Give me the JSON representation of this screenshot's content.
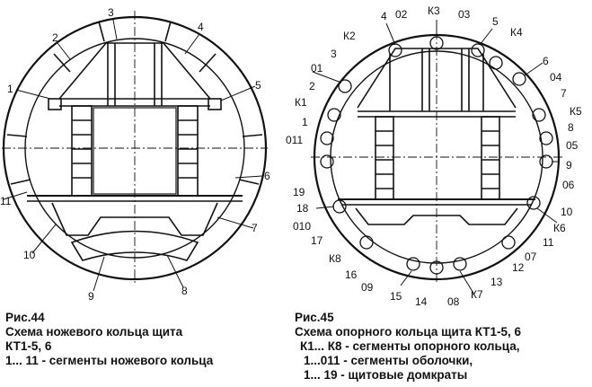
{
  "figure44": {
    "caption_title": "Рис.44",
    "caption_line1": "Схема ножевого кольца щита",
    "caption_line2": "КТ1-5, 6",
    "caption_line3": "1... 11 - сегменты ножевого кольца",
    "labels": [
      "1",
      "2",
      "3",
      "4",
      "5",
      "6",
      "7",
      "8",
      "9",
      "10",
      "11"
    ]
  },
  "figure45": {
    "caption_title": "Рис.45",
    "caption_line1": "Схема опорного кольца щита КТ1-5, 6",
    "caption_line2": "К1... К8 - сегменты опорного кольца,",
    "caption_line3": "1...011 - сегменты оболочки,",
    "caption_line4": "1... 19 - щитовые домкраты",
    "labels": [
      "4",
      "02",
      "К3",
      "03",
      "5",
      "К4",
      "6",
      "К2",
      "3",
      "01",
      "2",
      "К1",
      "1",
      "011",
      "19",
      "18",
      "010",
      "17",
      "К8",
      "16",
      "09",
      "15",
      "14",
      "08",
      "К7",
      "13",
      "12",
      "07",
      "К6",
      "11",
      "10",
      "06",
      "9",
      "05",
      "8",
      "К5",
      "7",
      "04"
    ]
  }
}
